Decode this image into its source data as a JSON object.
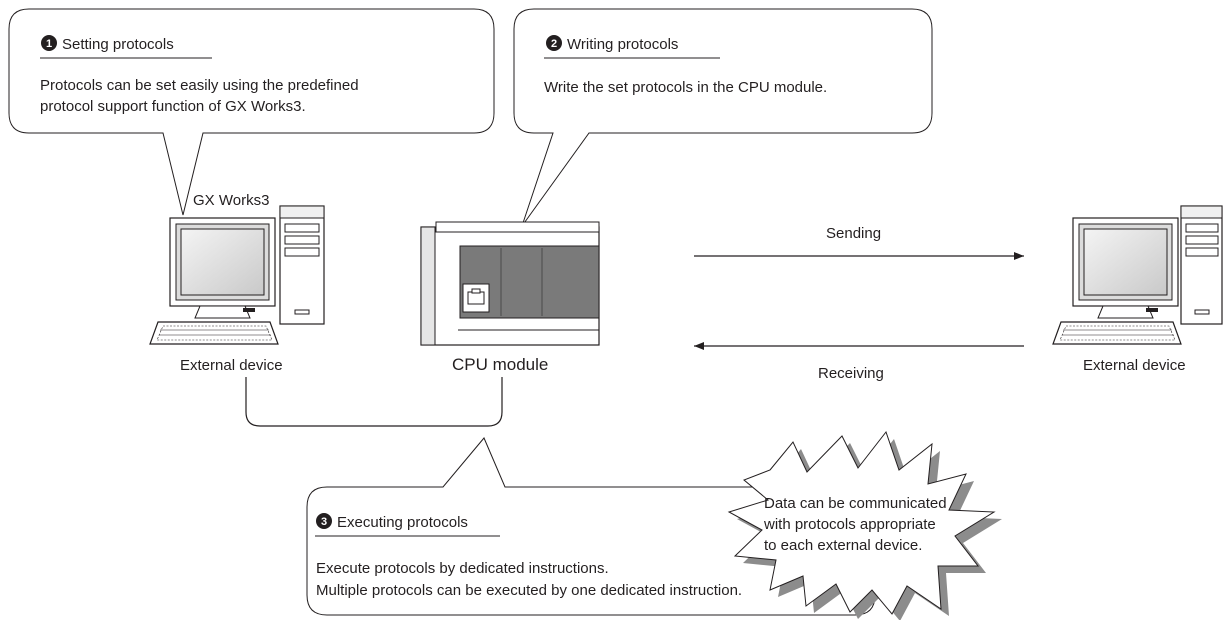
{
  "callouts": {
    "setting": {
      "step": "1",
      "title": "Setting protocols",
      "lines": [
        "Protocols can be set easily using the predefined",
        "protocol support function of GX Works3."
      ]
    },
    "writing": {
      "step": "2",
      "title": "Writing protocols",
      "lines": [
        "Write the set protocols in the CPU module."
      ]
    },
    "executing": {
      "step": "3",
      "title": "Executing protocols",
      "lines": [
        "Execute protocols by dedicated instructions.",
        "Multiple protocols can be executed by one dedicated instruction."
      ]
    }
  },
  "devices": {
    "gx_works_label": "GX Works3",
    "left_pc_label": "External device",
    "cpu_label": "CPU module",
    "right_pc_label": "External device"
  },
  "arrows": {
    "sending": "Sending",
    "receiving": "Receiving"
  },
  "burst": {
    "lines": [
      "Data can be communicated",
      "with protocols appropriate",
      "to each external device."
    ]
  }
}
